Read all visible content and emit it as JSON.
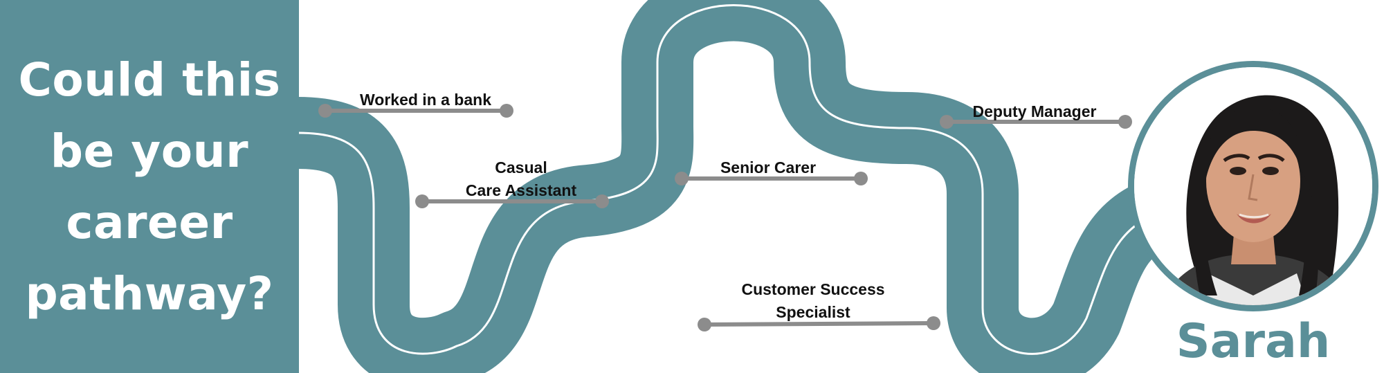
{
  "headline": {
    "lines": [
      "Could this",
      "be your",
      "career",
      "pathway?"
    ]
  },
  "milestones": [
    {
      "lines": [
        "Worked in a bank"
      ]
    },
    {
      "lines": [
        "Casual",
        "Care Assistant"
      ]
    },
    {
      "lines": [
        "Senior Carer"
      ]
    },
    {
      "lines": [
        "Customer Success",
        "Specialist"
      ]
    },
    {
      "lines": [
        "Deputy Manager"
      ]
    }
  ],
  "person": {
    "name": "Sarah"
  },
  "colors": {
    "brand_teal": "#5b8f98",
    "connector_grey": "#8c8c8c",
    "label_text": "#111111",
    "background": "#ffffff"
  }
}
